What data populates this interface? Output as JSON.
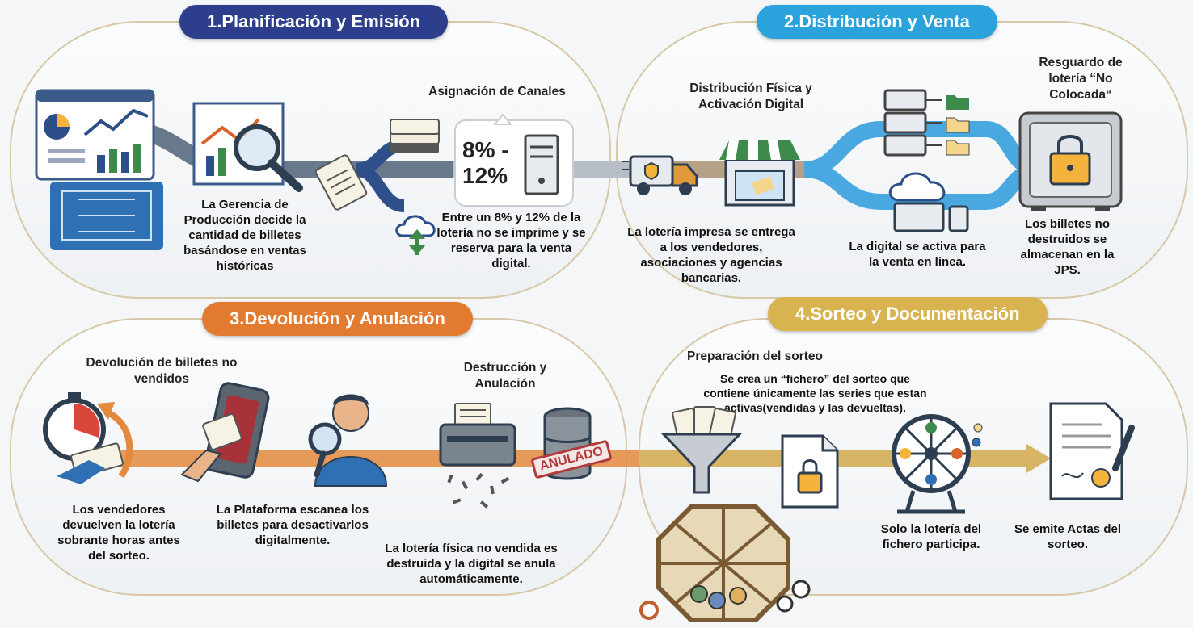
{
  "colors": {
    "stage1": "#2c3e8c",
    "stage2": "#2aa3dc",
    "stage3": "#e27b2f",
    "stage4": "#d9b34f",
    "flow_blue": "#4aa8e0",
    "flow_orange": "#e38a3e",
    "flow_gold": "#d8b467"
  },
  "stage1": {
    "title": "1.Planificación y Emisión",
    "production_text": "La Gerencia de Producción decide la cantidad de billetes basándose en ventas históricas",
    "channels_heading": "Asignación de Canales",
    "percent_label": "8% - 12%",
    "reserve_text": "Entre un 8% y 12% de la lotería no se imprime y se reserva para la venta digital.",
    "icons": [
      "dashboard-icon",
      "magnifier-chart-icon",
      "ticket-icon",
      "ticket-stack-icon",
      "cloud-upload-icon",
      "server-icon"
    ]
  },
  "stage2": {
    "title": "2.Distribución y Venta",
    "distribution_heading": "Distribución Física y Activación Digital",
    "delivery_text": "La lotería impresa se entrega a los vendedores, asociaciones y agencias bancarias.",
    "digital_text": "La digital se activa para la venta en línea.",
    "safe_heading": "Resguardo de lotería “No Colocada“",
    "safe_text": "Los billetes no destruidos se almacenan en la JPS.",
    "icons": [
      "truck-icon",
      "store-icon",
      "server-folders-icon",
      "cloud-devices-icon",
      "safe-icon"
    ]
  },
  "stage3": {
    "title": "3.Devolución y Anulación",
    "return_heading": "Devolución de billetes no vendidos",
    "return_text": "Los vendedores devuelven la lotería sobrante horas antes del sorteo.",
    "scan_text": "La Plataforma escanea los billetes para desactivarlos digitalmente.",
    "destroy_heading": "Destrucción y Anulación",
    "destroy_text": "La lotería física no vendida es destruida y la digital  se anula automáticamente.",
    "stamp_label": "ANULADO",
    "icons": [
      "stopwatch-icon",
      "scanner-icon",
      "inspector-icon",
      "shredder-icon",
      "database-icon"
    ]
  },
  "stage4": {
    "title": "4.Sorteo y Documentación",
    "prep_heading": "Preparación del sorteo",
    "prep_text": "Se crea un “fichero” del sorteo que contiene únicamente las series que estan activas(vendidas y las devueltas).",
    "participate_text": "Solo la lotería del fichero participa.",
    "minutes_text": "Se emite Actas del sorteo.",
    "icons": [
      "funnel-icon",
      "locked-file-icon",
      "lottery-drum-icon",
      "wheel-icon",
      "certificate-icon"
    ]
  }
}
